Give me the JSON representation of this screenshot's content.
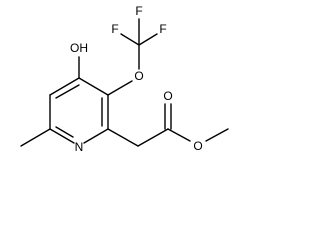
{
  "molecule": {
    "labels": {
      "hydroxyl": "OH",
      "ether_oxygen": "O",
      "fluorine_1": "F",
      "fluorine_2": "F",
      "fluorine_3": "F",
      "ring_nitrogen": "N",
      "carbonyl_oxygen": "O",
      "ester_oxygen": "O"
    },
    "colors": {
      "bond": "#000000",
      "text": "#000000",
      "background": "#ffffff"
    }
  }
}
